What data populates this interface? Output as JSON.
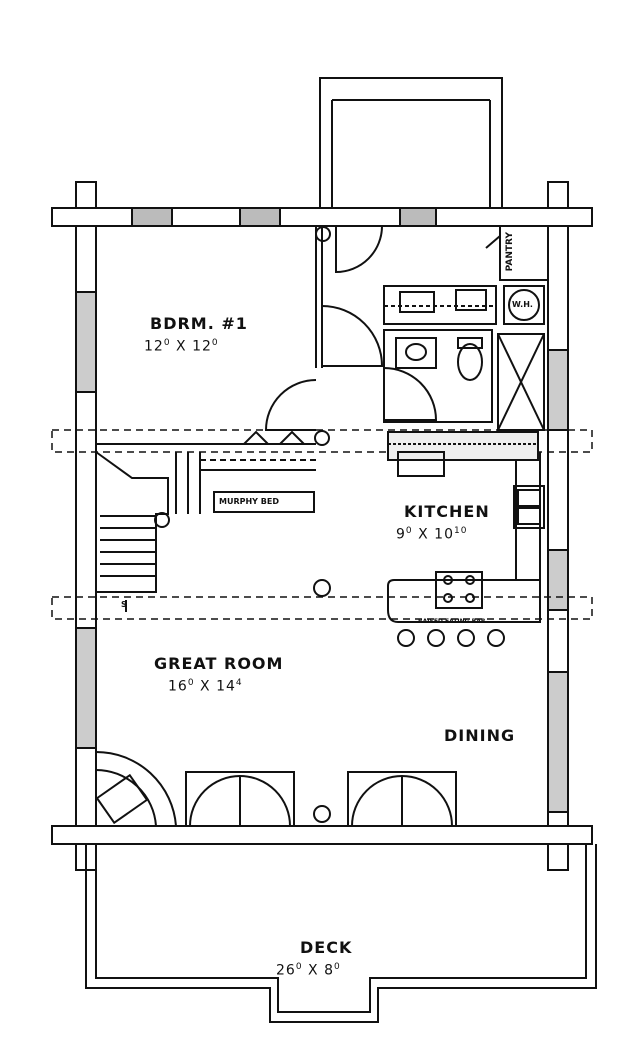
{
  "rooms": {
    "bedroom": {
      "name": "BDRM. #1",
      "w_ft": "12",
      "w_in": "0",
      "l_ft": "12",
      "l_in": "0"
    },
    "kitchen": {
      "name": "KITCHEN",
      "w_ft": "9",
      "w_in": "0",
      "l_ft": "10",
      "l_in": "10"
    },
    "great_room": {
      "name": "GREAT ROOM",
      "w_ft": "16",
      "w_in": "0",
      "l_ft": "14",
      "l_in": "4"
    },
    "dining": {
      "name": "DINING"
    },
    "deck": {
      "name": "DECK",
      "w_ft": "26",
      "w_in": "0",
      "l_ft": "8",
      "l_in": "0"
    }
  },
  "fixtures": {
    "murphy_bed": "MURPHY BED",
    "pantry": "PANTRY",
    "water_heater": "W.H.",
    "eating_bar": "RAISED EATING BAR"
  },
  "dim_sep": "X",
  "stair_mark": "S"
}
